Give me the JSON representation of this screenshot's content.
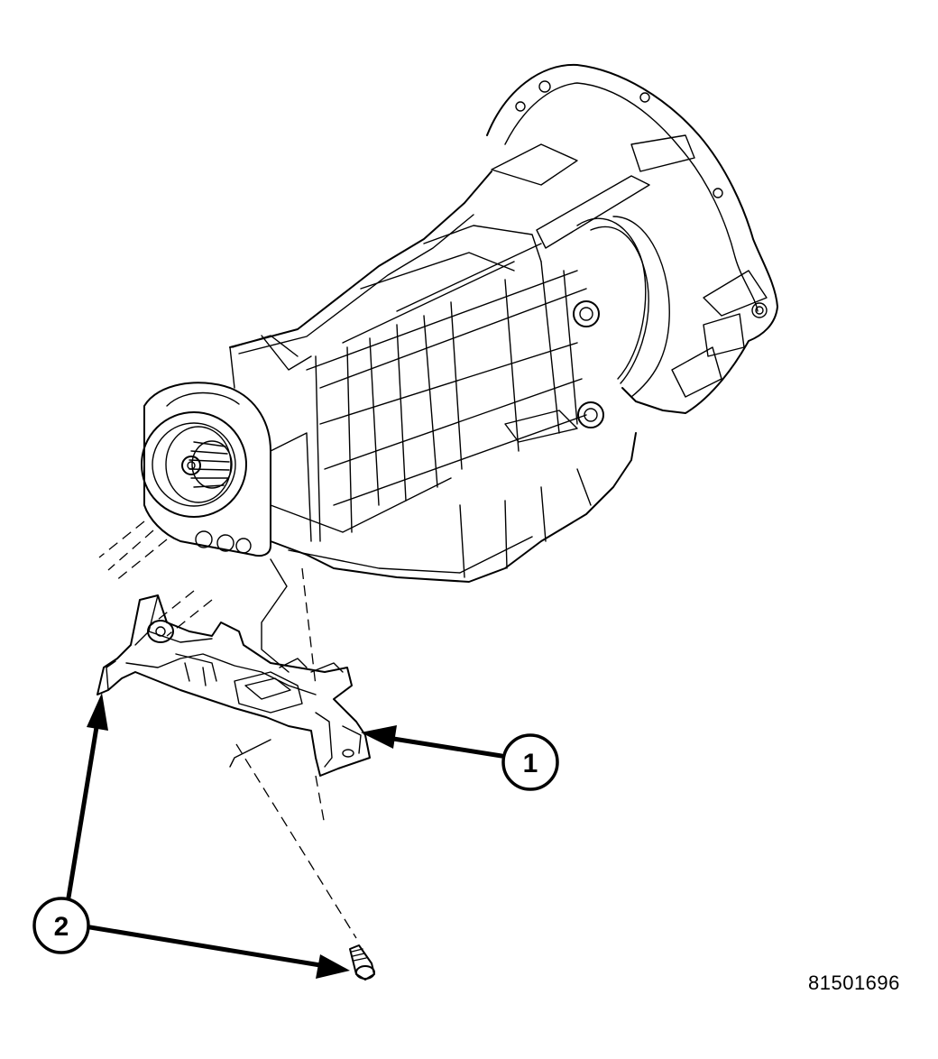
{
  "figure": {
    "number": "81501696"
  },
  "callouts": [
    {
      "id": "1",
      "label": "1"
    },
    {
      "id": "2",
      "label": "2"
    }
  ],
  "icons": {
    "transmission": "transmission-assembly-illustration",
    "bracket": "mounting-bracket-illustration",
    "bolt": "bolt-illustration"
  },
  "colors": {
    "line": "#000000",
    "background": "#ffffff"
  }
}
